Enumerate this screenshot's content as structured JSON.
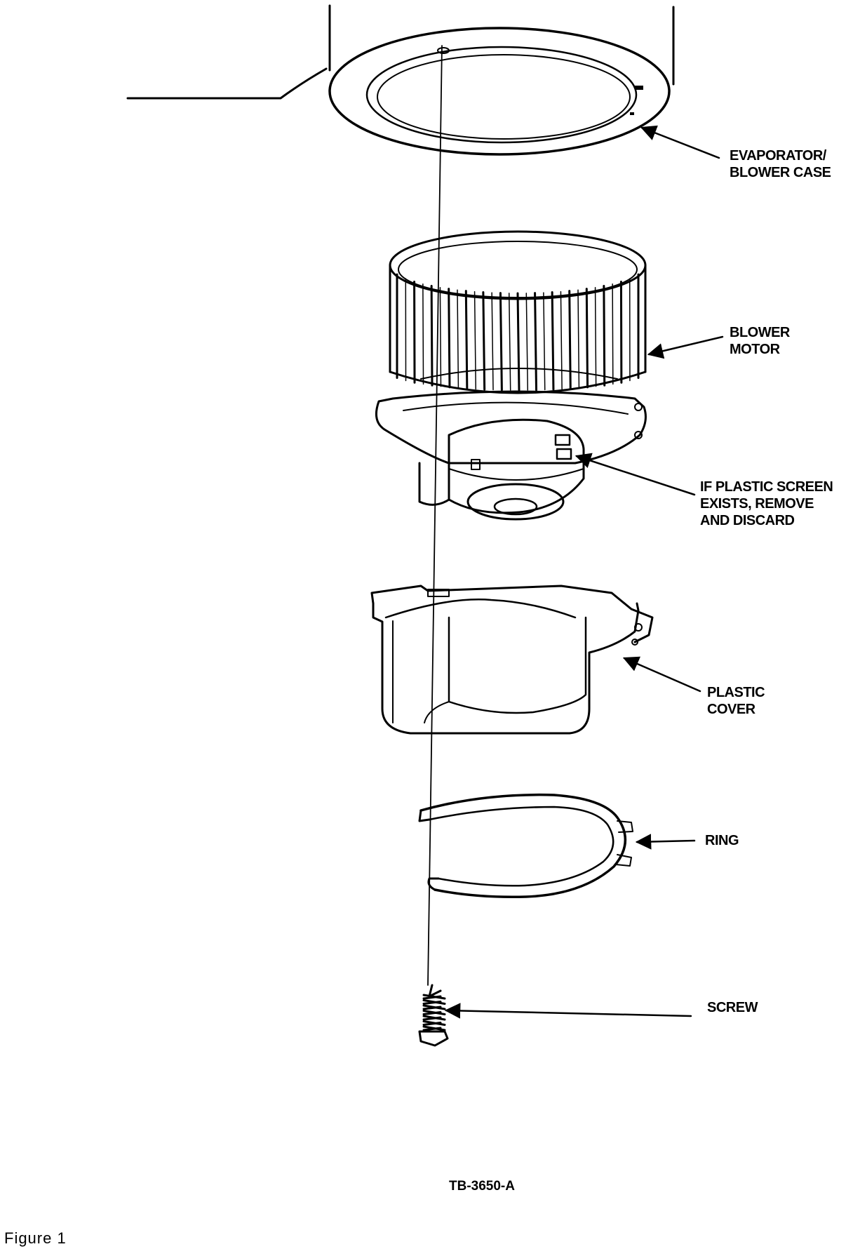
{
  "figure": {
    "caption": "Figure 1",
    "drawing_id": "TB-3650-A"
  },
  "callouts": {
    "evaporator_case": [
      "EVAPORATOR/",
      "BLOWER CASE"
    ],
    "blower_motor": [
      "BLOWER",
      "MOTOR"
    ],
    "plastic_screen": [
      "IF PLASTIC SCREEN",
      "EXISTS, REMOVE",
      "AND DISCARD"
    ],
    "plastic_cover": [
      "PLASTIC",
      "COVER"
    ],
    "ring": [
      "RING"
    ],
    "screw": [
      "SCREW"
    ]
  }
}
